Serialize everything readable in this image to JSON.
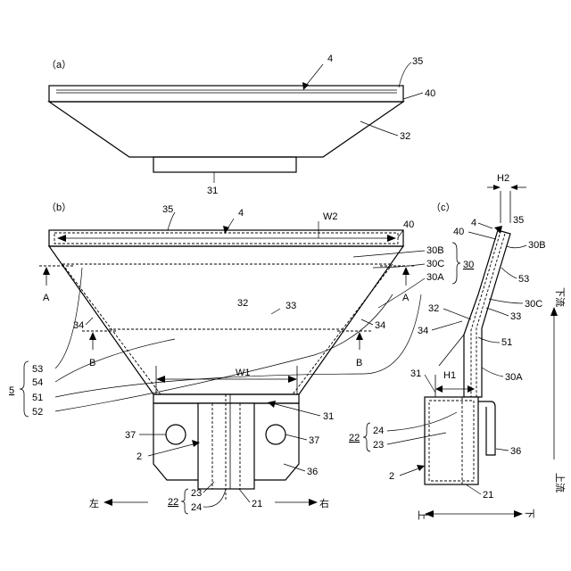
{
  "panels": {
    "a": "（a）",
    "b": "（b）",
    "c": "（c）"
  },
  "ref_numbers": {
    "n4": "4",
    "n35": "35",
    "n40": "40",
    "n32": "32",
    "n31": "31",
    "n33": "33",
    "n34": "34",
    "n30": "30",
    "n30A": "30A",
    "n30B": "30B",
    "n30C": "30C",
    "n51": "51",
    "n52": "52",
    "n53": "53",
    "n54": "54",
    "n5": "5",
    "n2": "2",
    "n21": "21",
    "n22": "22",
    "n23": "23",
    "n24": "24",
    "n36": "36",
    "n37": "37"
  },
  "dimensions": {
    "W1": "W1",
    "W2": "W2",
    "H1": "H1",
    "H2": "H2"
  },
  "section_marks": {
    "A": "A",
    "B": "B"
  },
  "direction_labels": {
    "left": "左",
    "right": "右",
    "downstream": "下流",
    "upstream": "上流",
    "top": "上",
    "bottom": "下"
  }
}
